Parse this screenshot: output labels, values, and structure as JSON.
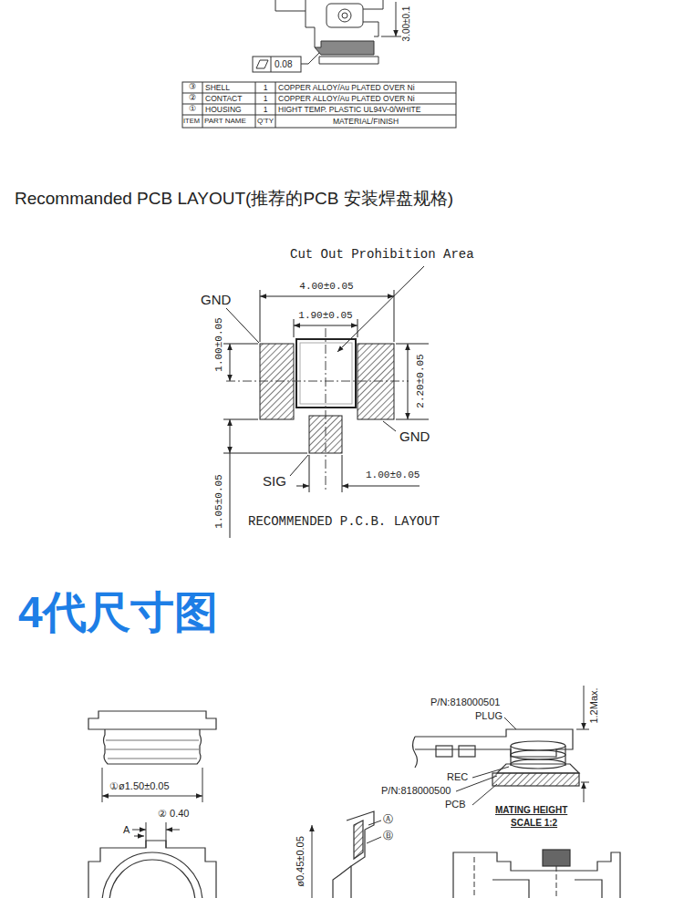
{
  "diagram": {
    "labels": [
      "3.00±0.1",
      "0.08",
      "③",
      "SHELL",
      "1",
      "COPPER ALLOY/Au PLATED OVER Ni",
      "②",
      "CONTACT",
      "1",
      "COPPER ALLOY/Au PLATED OVER Ni",
      "①",
      "HOUSING",
      "1",
      "HIGHT TEMP. PLASTIC UL94V-0/WHITE",
      "ITEM",
      "PART NAME",
      "Q'TY",
      "MATERIAL/FINISH",
      "Recommanded PCB LAYOUT(推荐的PCB 安装焊盘规格)",
      "Cut Out Prohibition Area",
      "GND",
      "4.00±0.05",
      "1.90±0.05",
      "1.00±0.05",
      "2.20±0.05",
      "GND",
      "SIG",
      "1.00±0.05",
      "1.05±0.05",
      "RECOMMENDED P.C.B. LAYOUT",
      "4代尺寸图",
      "P/N:818000501",
      "PLUG",
      "1.2Max.",
      "REC",
      "P/N:818000500",
      "PCB",
      "MATING HEIGHT",
      "SCALE 1:2",
      "①ø1.50±0.05",
      "② 0.40",
      "A",
      "ø0.45±0.05",
      "Ⓐ",
      "Ⓑ"
    ]
  }
}
